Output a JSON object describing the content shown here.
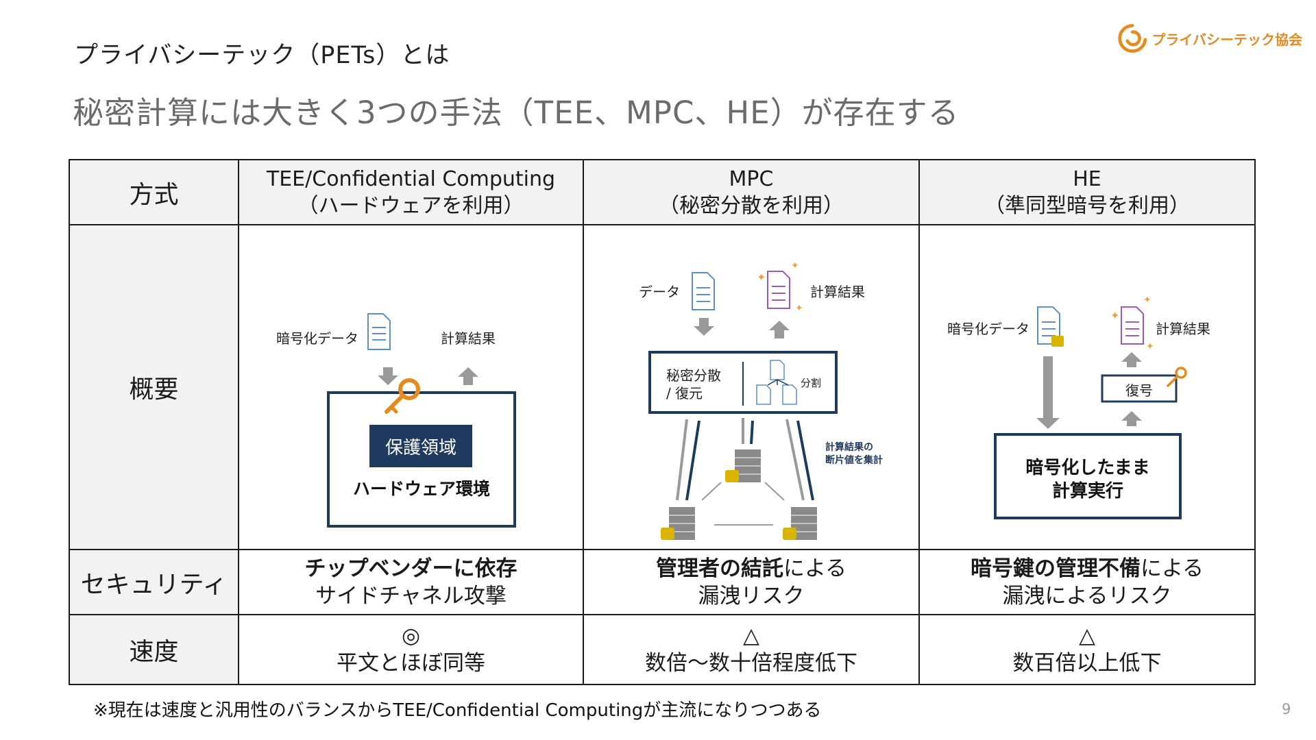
{
  "header": {
    "section_title": "プライバシーテック（PETs）とは",
    "slide_title": "秘密計算には大きく3つの手法（TEE、MPC、HE）が存在する",
    "logo_text": "プライバシーテック協会"
  },
  "table": {
    "corner_label": "方式",
    "columns": [
      {
        "line1": "TEE/Confidential Computing",
        "line2": "（ハードウェアを利用）"
      },
      {
        "line1": "MPC",
        "line2": "（秘密分散を利用）"
      },
      {
        "line1": "HE",
        "line2": "（準同型暗号を利用）"
      }
    ],
    "rows": {
      "overview": {
        "label": "概要"
      },
      "security": {
        "label": "セキュリティ",
        "tee": {
          "bold": "チップベンダーに依存",
          "normal": "",
          "line2": "サイドチャネル攻撃"
        },
        "mpc": {
          "bold": "管理者の結託",
          "normal": "による",
          "line2": "漏洩リスク"
        },
        "he": {
          "bold": "暗号鍵の管理不備",
          "normal": "による",
          "line2": "漏洩によるリスク"
        }
      },
      "speed": {
        "label": "速度",
        "tee": {
          "symbol": "◎",
          "text": "平文とほぼ同等"
        },
        "mpc": {
          "symbol": "△",
          "text": "数倍～数十倍程度低下"
        },
        "he": {
          "symbol": "△",
          "text": "数百倍以上低下"
        }
      }
    }
  },
  "diagrams": {
    "tee": {
      "encrypted_data": "暗号化データ",
      "result": "計算結果",
      "protected_area": "保護領域",
      "hw_env": "ハードウェア環境"
    },
    "mpc": {
      "data": "データ",
      "result": "計算結果",
      "secret_share_line1": "秘密分散",
      "secret_share_line2": "/ 復元",
      "split": "分割",
      "aggregate_line1": "計算結果の",
      "aggregate_line2": "断片値を集計"
    },
    "he": {
      "encrypted_data": "暗号化データ",
      "result": "計算結果",
      "decrypt": "復号",
      "compute_line1": "暗号化したまま",
      "compute_line2": "計算実行"
    }
  },
  "footnote": "※現在は速度と汎用性のバランスからTEE/Confidential Computingが主流になりつつある",
  "page_number": "9",
  "colors": {
    "navy": "#1f3a5f",
    "orange": "#e58a1f",
    "purple": "#9b59b6",
    "blue_doc": "#5b8fc9",
    "gray_arrow": "#999999",
    "header_bg": "#f2f2f2",
    "lock": "#d9b400"
  }
}
